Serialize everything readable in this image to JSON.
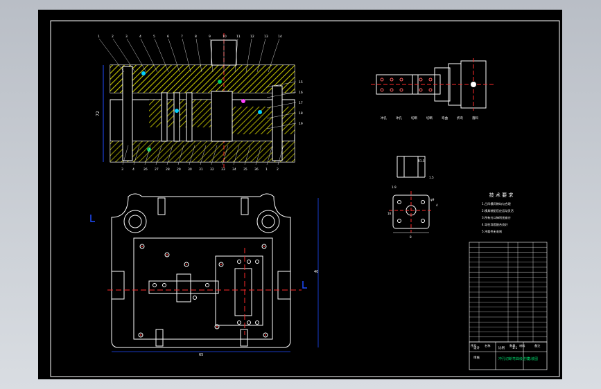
{
  "drawing": {
    "background_color": "#000000",
    "line_color": "#ffffff",
    "hatch_color": "#e6e600",
    "center_color": "#ff2a2a",
    "dimension_color": "#1f4cff",
    "accent_color": "#00cc66"
  },
  "section_view": {
    "part_balloons_top": [
      "1",
      "2",
      "3",
      "4",
      "5",
      "6",
      "7",
      "8",
      "9",
      "10",
      "11",
      "12",
      "13",
      "14"
    ],
    "part_balloons_right": [
      "15",
      "16",
      "17",
      "18",
      "19"
    ],
    "part_balloons_bottom": [
      "3",
      "4",
      "26",
      "27",
      "28",
      "29",
      "30",
      "31",
      "32",
      "33",
      "34",
      "35",
      "36",
      "1",
      "2"
    ],
    "height_dim": "72"
  },
  "strip_layout": {
    "station_labels": [
      "冲孔",
      "冲孔",
      "切断",
      "切断",
      "弯曲",
      "折弯",
      "落料"
    ]
  },
  "part_view": {
    "dims": [
      "R1.5",
      "1.5",
      "1.9",
      "4",
      "φ9",
      "16",
      "8"
    ]
  },
  "plan_view": {
    "width_dim": "65",
    "height_dim": "40"
  },
  "technical_requirements": {
    "title": "技 术 要 求",
    "lines": [
      "1.凸凹模间隙均匀合理",
      "2.模具装配后应运动灵活",
      "3.所有刃口锋利无崩刃",
      "4.导柱导套配合良好",
      "5.冲裁件无毛刺"
    ]
  },
  "bill_of_materials": {
    "rows": 20,
    "header": [
      "序号",
      "名称",
      "数量",
      "材料",
      "备注"
    ]
  },
  "title_block": {
    "labels": [
      "设计",
      "审核",
      "比例",
      "1:1"
    ],
    "title": "冲孔切断弯曲级进模",
    "drawing_no": "总装图"
  }
}
